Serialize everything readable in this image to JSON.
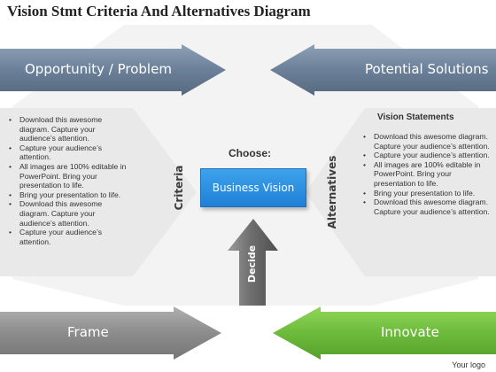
{
  "title": "Vision Stmt Criteria And Alternatives Diagram",
  "arrows": {
    "opportunity": "Opportunity / Problem",
    "potential": "Potential Solutions",
    "frame": "Frame",
    "innovate": "Innovate",
    "decide": "Decide"
  },
  "left_bullets": [
    "Download this awesome diagram. Capture your audience’s attention.",
    "Capture your audience’s attention.",
    "All images are 100% editable in PowerPoint. Bring your presentation to life.",
    "Bring your presentation to life.",
    "Download this awesome diagram. Capture your audience’s attention.",
    "Capture your audience’s attention."
  ],
  "right_title": "Vision Statements",
  "right_bullets": [
    "Download this awesome diagram. Capture your audience’s attention.",
    "Capture your audience’s attention.",
    "All images are 100% editable in PowerPoint. Bring your presentation to life.",
    "Bring your presentation to life.",
    "Download this awesome diagram. Capture your audience’s attention."
  ],
  "criteria": "Criteria",
  "alternatives": "Alternatives",
  "choose": "Choose:",
  "business_vision": "Business Vision",
  "logo": "Your logo",
  "colors": {
    "slate_arrow": "#6b8099",
    "gray_arrow": "#8c8c8c",
    "green_arrow": "#6dbb3c",
    "blue_box": "#2a90e0",
    "panel": "#eeeeee"
  }
}
